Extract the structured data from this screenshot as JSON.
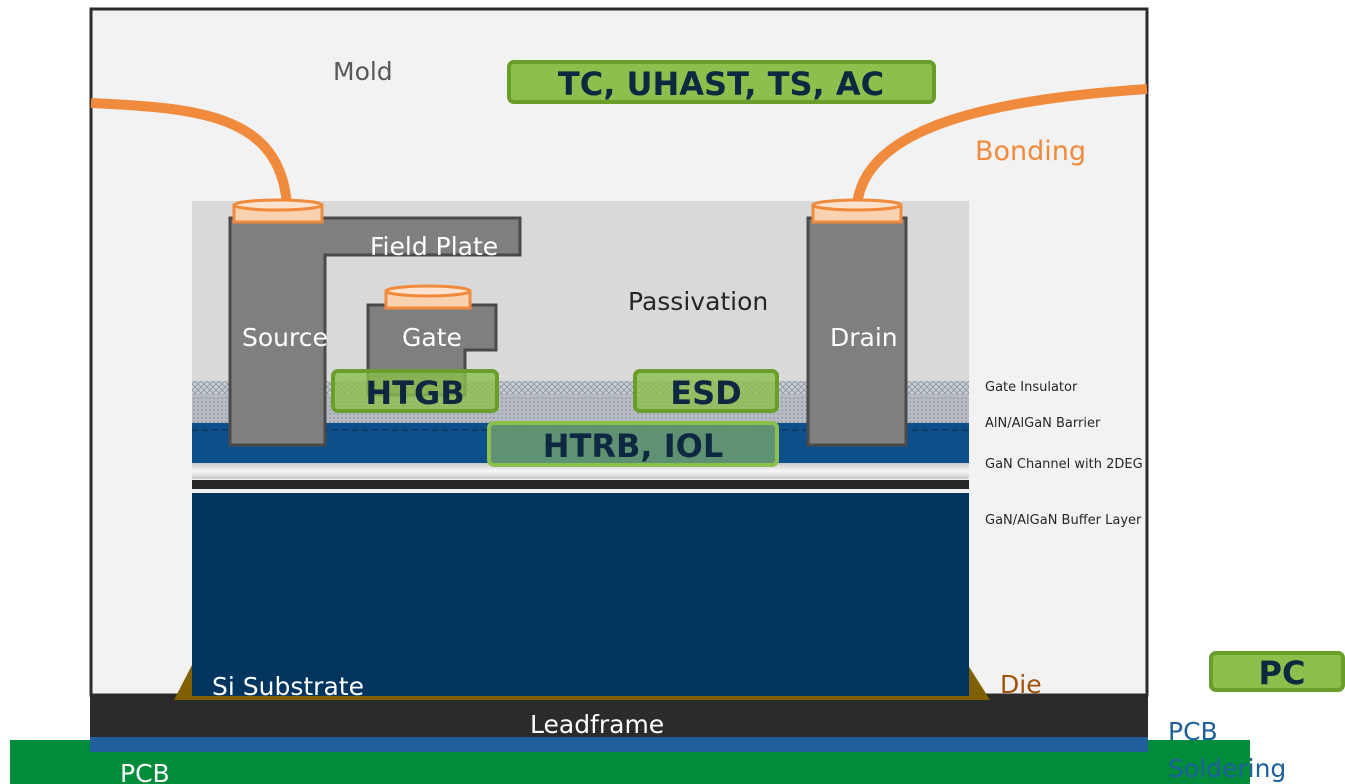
{
  "labels": {
    "mold": "Mold",
    "bonding": "Bonding",
    "field_plate": "Field Plate",
    "passivation": "Passivation",
    "source": "Source",
    "gate": "Gate",
    "drain": "Drain",
    "si_substrate": "Si Substrate",
    "die": "Die",
    "leadframe": "Leadframe",
    "pcb": "PCB",
    "pcb_soldering_line1": "PCB",
    "pcb_soldering_line2": "Soldering"
  },
  "layer_labels": {
    "gate_insulator": "Gate Insulator",
    "barrier": "AlN/AlGaN Barrier",
    "channel": "GaN Channel with 2DEG",
    "buffer": "GaN/AlGaN Buffer Layer"
  },
  "test_tags": {
    "package": "TC, UHAST, TS, AC",
    "htgb": "HTGB",
    "esd": "ESD",
    "htrb": "HTRB, IOL",
    "pc": "PC"
  },
  "colors": {
    "mold_fill": "#f2f2f2",
    "passivation_fill": "#d9d9d9",
    "metal_fill": "#7f7f7f",
    "bond_wire": "#f08a3c",
    "barrier_blue": "#0d4f8b",
    "buffer_navy": "#003560",
    "die_attach": "#806000",
    "leadframe": "#2b2b2b",
    "pcb_green": "#008c3a",
    "solder_blue": "#1f5f9c",
    "tag_fill": "#8cbf4c",
    "tag_border": "#6a9e2a",
    "tag_text": "#0e2841"
  }
}
